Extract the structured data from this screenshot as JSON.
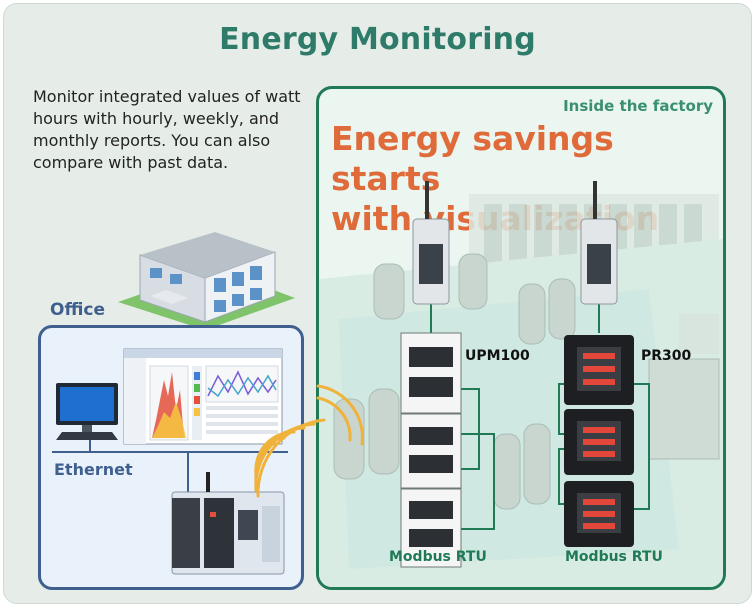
{
  "title": "Energy Monitoring",
  "description": "Monitor integrated values of watt hours with hourly, weekly, and monthly reports. You can also compare with past data.",
  "factory": {
    "label": "Inside the factory",
    "headline_line1": "Energy savings starts",
    "headline_line2": "with visualization",
    "device_labels": [
      "UPM100",
      "PR300"
    ],
    "protocol_labels": [
      "Modbus RTU",
      "Modbus RTU"
    ]
  },
  "office": {
    "label": "Office",
    "network_label": "Ethernet"
  },
  "colors": {
    "title": "#2f7b6a",
    "headline": "#e06b3a",
    "factory_border": "#1f7a55",
    "office_border": "#3f5f8f",
    "signal": "#f0b23a"
  }
}
